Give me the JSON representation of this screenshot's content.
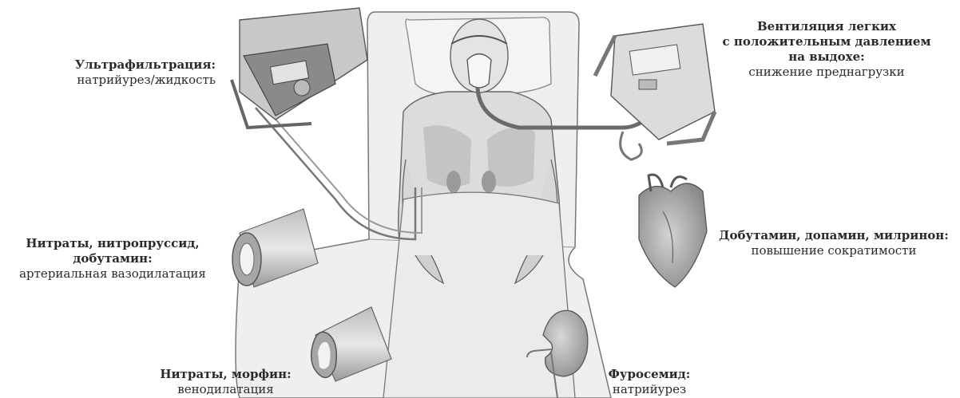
{
  "labels": {
    "ultrafiltration": {
      "title": "Ультрафильтрация:",
      "subtitle": "натрийурез/жидкость"
    },
    "ventilation": {
      "title_lines": [
        "Вентиляция легких",
        "с положительным давлением",
        "на выдохе:"
      ],
      "subtitle": "снижение преднагрузки"
    },
    "nitrates_arterial": {
      "title_lines": [
        "Нитраты, нитропруссид,",
        "добутамин:"
      ],
      "subtitle": "артериальная вазодилатация"
    },
    "inotropes": {
      "title": "Добутамин, допамин, милринон:",
      "subtitle": "повышение сократимости"
    },
    "nitrates_venous": {
      "title": "Нитраты, морфин:",
      "subtitle": "венодилатация"
    },
    "furosemide": {
      "title": "Фуросемид:",
      "subtitle": "натрийурез"
    }
  },
  "icons": {
    "ultrafiltration_device": "dialysis-machine-icon",
    "ventilator": "ventilator-icon",
    "artery": "artery-tube-icon",
    "heart": "heart-icon",
    "vein": "vein-tube-icon",
    "kidney": "kidney-icon"
  },
  "colors": {
    "text": "#2a2a2a",
    "line": "#555555",
    "fill_light": "#e6e6e6",
    "fill_mid": "#c8c8c8",
    "fill_dark": "#8c8c8c"
  }
}
